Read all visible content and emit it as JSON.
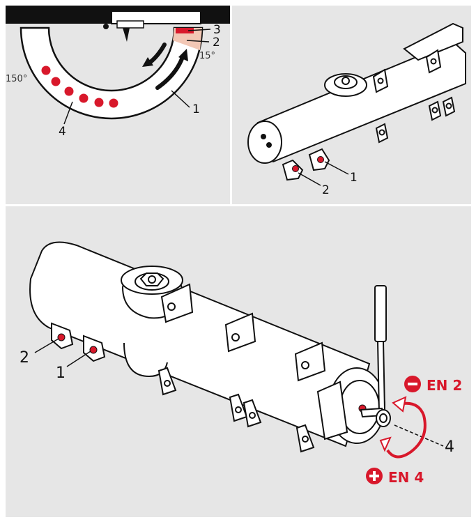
{
  "colors": {
    "background": "#e6e6e6",
    "line": "#1a1a1a",
    "accent_red": "#d8182b",
    "highlight_pink": "#f2c7b5"
  },
  "panel_top_left": {
    "angle_left": "150°",
    "angle_right": "15°",
    "callouts": [
      "1",
      "2",
      "3",
      "4"
    ]
  },
  "panel_top_right": {
    "callouts": [
      "1",
      "2"
    ]
  },
  "panel_bottom": {
    "callouts_left": [
      "2",
      "1"
    ],
    "callout_tool": "4",
    "minus": {
      "symbol_icon": "minus-circle-icon",
      "text": "EN 2"
    },
    "plus": {
      "symbol_icon": "plus-circle-icon",
      "text": "EN 4"
    }
  }
}
